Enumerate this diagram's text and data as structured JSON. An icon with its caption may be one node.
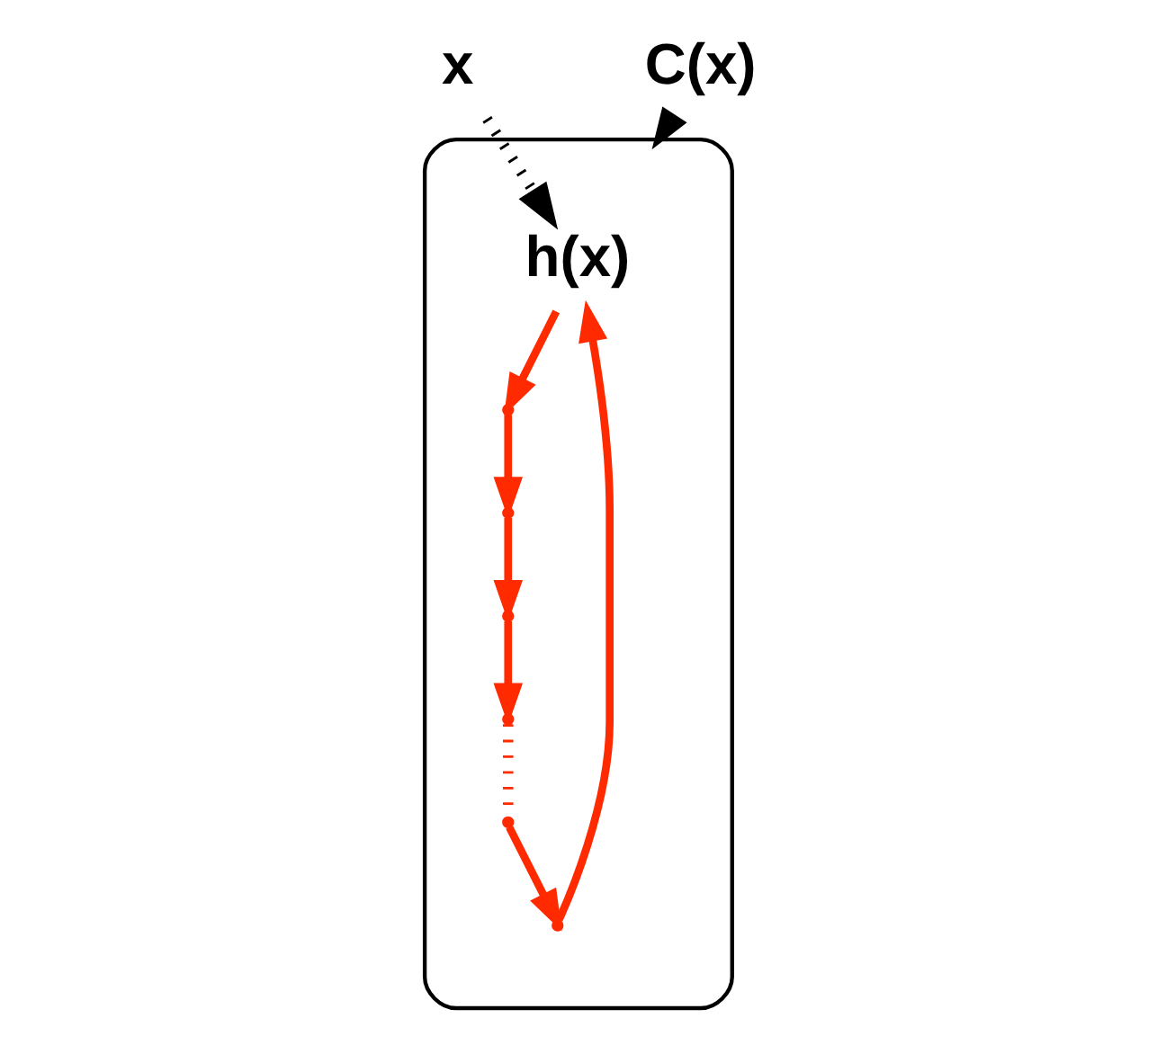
{
  "diagram": {
    "nodes": [
      {
        "text": [
          "x"
        ]
      },
      {
        "text": [],
        "shape": "blob"
      },
      {
        "text": [
          "C(x)"
        ]
      },
      {
        "text": [
          "h(x)"
        ],
        "in": 1
      },
      {
        "text": [],
        "shape": "point",
        "in": 1
      },
      {
        "text": [],
        "shape": "point",
        "in": 1
      },
      {
        "text": [],
        "shape": "point",
        "in": 1
      },
      {
        "text": [],
        "shape": "point",
        "in": 1
      },
      {
        "text": [],
        "shape": "point",
        "in": 1
      },
      {
        "text": [],
        "shape": "point",
        "in": 1
      }
    ],
    "edges": [
      {
        "from": 0,
        "to": 3,
        "arrow": "to",
        "style": "dashed",
        "color": "#000000"
      },
      {
        "from": 2,
        "to": 1,
        "arrow": "to",
        "color": "#000000"
      },
      {
        "from": 3,
        "to": 4,
        "arrow": "to"
      },
      {
        "from": 4,
        "to": 5,
        "arrow": "to"
      },
      {
        "from": 5,
        "to": 6,
        "arrow": "to"
      },
      {
        "from": 6,
        "to": 7,
        "arrow": "to"
      },
      {
        "from": 7,
        "to": 8,
        "arrow": "none",
        "style": "dashed"
      },
      {
        "from": 8,
        "to": 9,
        "arrow": "to"
      },
      {
        "from": 9,
        "to": 3,
        "arrow": "to"
      }
    ]
  }
}
